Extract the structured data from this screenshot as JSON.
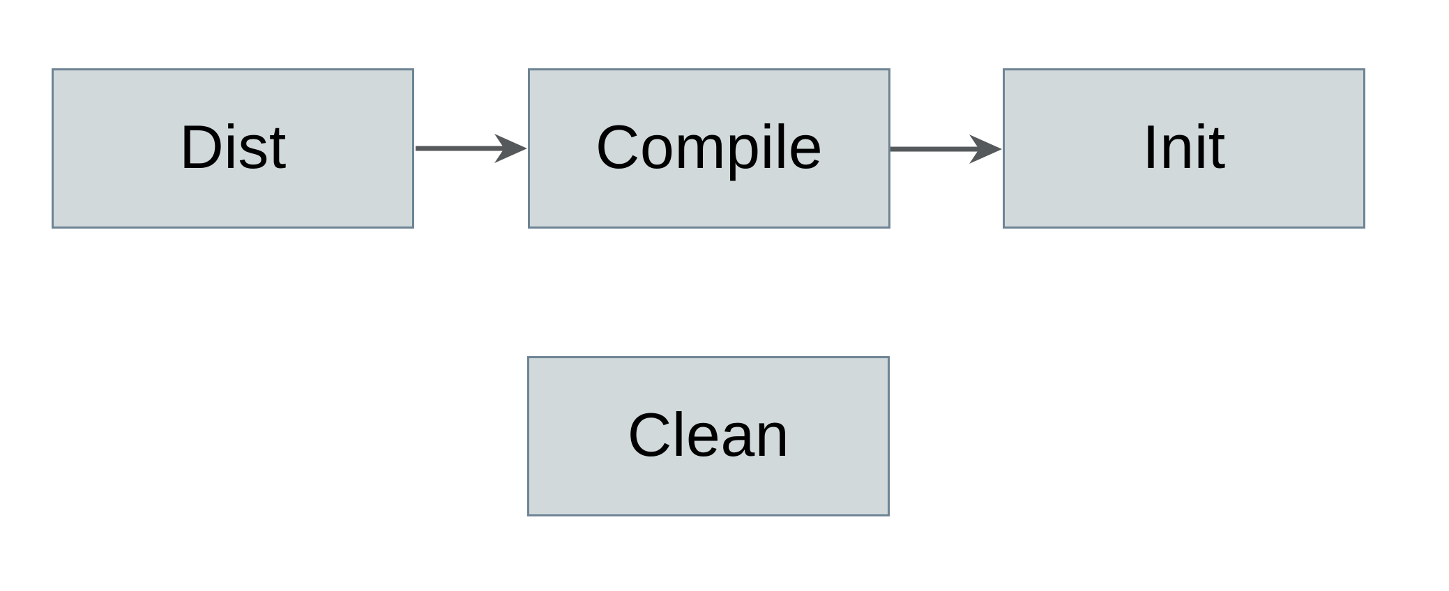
{
  "diagram": {
    "type": "flowchart",
    "background_color": "#ffffff",
    "nodes": [
      {
        "id": "dist",
        "label": "Dist"
      },
      {
        "id": "compile",
        "label": "Compile"
      },
      {
        "id": "init",
        "label": "Init"
      },
      {
        "id": "clean",
        "label": "Clean"
      }
    ],
    "edges": [
      {
        "from": "dist",
        "to": "compile",
        "style": "arrow-right"
      },
      {
        "from": "compile",
        "to": "init",
        "style": "arrow-right"
      }
    ],
    "colors": {
      "node_fill": "#d1d9db",
      "node_border": "#6e8494",
      "arrow": "#56595b",
      "text": "#000000"
    }
  }
}
